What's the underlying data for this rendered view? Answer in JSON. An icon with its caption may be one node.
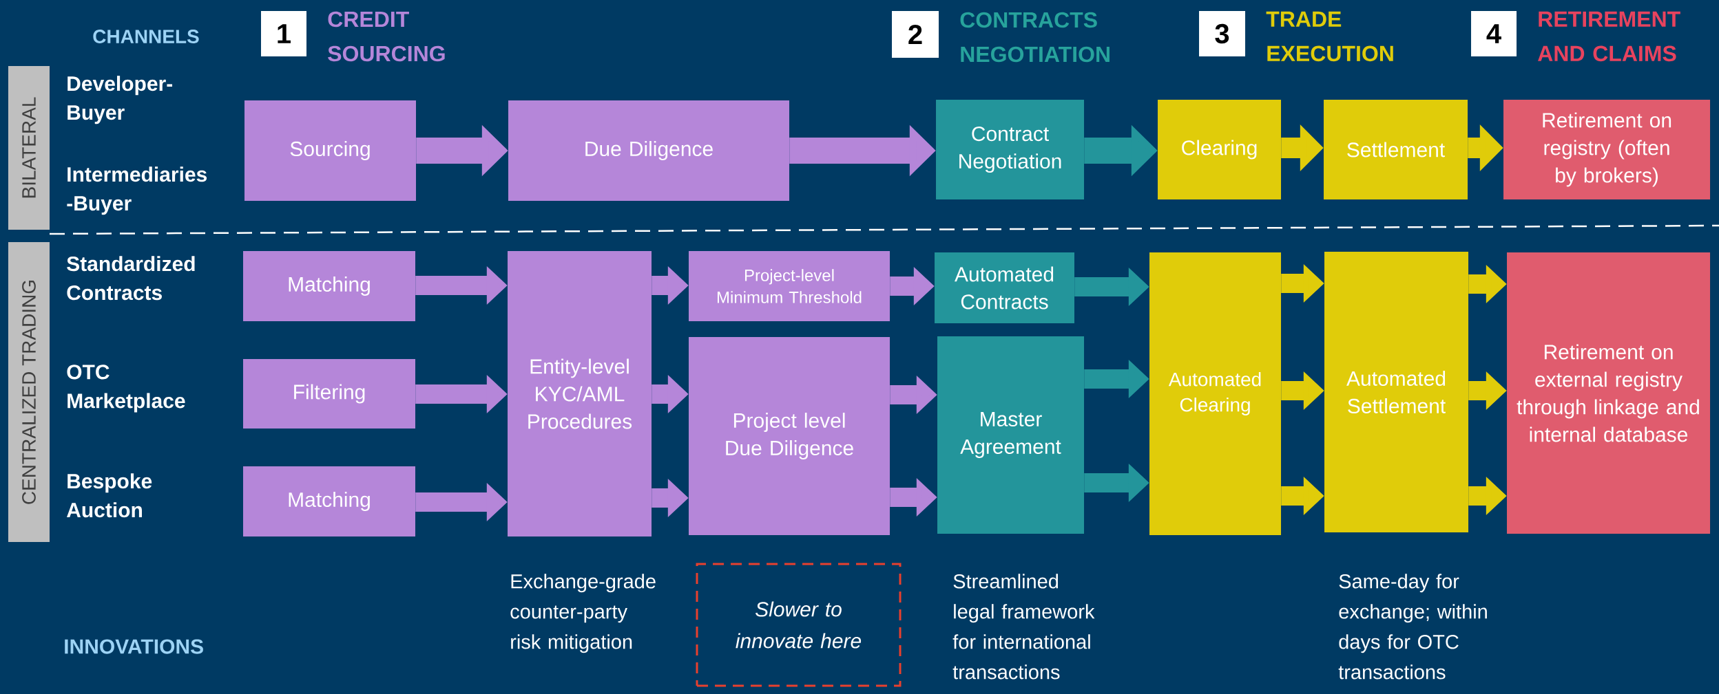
{
  "diagram": {
    "nodes": [
      {
        "text": [
          "BILATERAL"
        ]
      },
      {
        "text": [
          "CENTRALIZED TRADING"
        ]
      },
      {
        "text": [
          "1"
        ],
        "beside": [
          "CREDIT SOURCING"
        ]
      },
      {
        "text": [
          "2"
        ],
        "beside": [
          "CONTRACTS NEGOTIATION"
        ]
      },
      {
        "text": [
          "3"
        ],
        "beside": [
          "TRADE EXECUTION"
        ]
      },
      {
        "text": [
          "4"
        ],
        "beside": [
          "RETIREMENT AND CLAIMS"
        ]
      },
      {
        "text": [
          "Sourcing"
        ]
      },
      {
        "text": [
          "Due Diligence"
        ]
      },
      {
        "text": [
          "Contract Negotiation"
        ]
      },
      {
        "text": [
          "Clearing"
        ]
      },
      {
        "text": [
          "Settlement"
        ]
      },
      {
        "text": [
          "Retirement on registry (often by brokers)"
        ]
      },
      {
        "text": [
          "Matching"
        ]
      },
      {
        "text": [
          "Filtering"
        ]
      },
      {
        "text": [
          "Matching"
        ]
      },
      {
        "text": [
          "Entity-level KYC/AML Procedures"
        ]
      },
      {
        "text": [
          "Project-level Minimum Threshold"
        ]
      },
      {
        "text": [
          "Project level Due Diligence"
        ]
      },
      {
        "text": [
          "Automated Contracts"
        ]
      },
      {
        "text": [
          "Master Agreement"
        ]
      },
      {
        "text": [
          "Automated Clearing"
        ]
      },
      {
        "text": [
          "Automated Settlement"
        ]
      },
      {
        "text": [
          "Retirement on external registry through linkage and internal database"
        ]
      },
      {
        "text": [
          "Slower to innovate here"
        ]
      }
    ],
    "edges": [
      {
        "from": 6,
        "to": 7,
        "arrow": "to"
      },
      {
        "from": 7,
        "to": 8,
        "arrow": "to"
      },
      {
        "from": 8,
        "to": 9,
        "arrow": "to",
        "color": "#23959b"
      },
      {
        "from": 9,
        "to": 10,
        "arrow": "to",
        "color": "#e0cc0a"
      },
      {
        "from": 10,
        "to": 11,
        "arrow": "to",
        "color": "#e0cc0a"
      },
      {
        "from": 12,
        "to": 15,
        "arrow": "to"
      },
      {
        "from": 13,
        "to": 15,
        "arrow": "to"
      },
      {
        "from": 14,
        "to": 15,
        "arrow": "to"
      },
      {
        "from": 15,
        "to": 16,
        "arrow": "to"
      },
      {
        "from": 15,
        "to": 17,
        "arrow": "to"
      },
      {
        "from": 15,
        "to": 17,
        "arrow": "to"
      },
      {
        "from": 16,
        "to": 18,
        "arrow": "to"
      },
      {
        "from": 17,
        "to": 19,
        "arrow": "to"
      },
      {
        "from": 17,
        "to": 19,
        "arrow": "to"
      },
      {
        "from": 18,
        "to": 20,
        "arrow": "to",
        "color": "#23959b"
      },
      {
        "from": 19,
        "to": 20,
        "arrow": "to",
        "color": "#23959b"
      },
      {
        "from": 19,
        "to": 20,
        "arrow": "to",
        "color": "#23959b"
      },
      {
        "from": 20,
        "to": 21,
        "arrow": "to",
        "color": "#e0cc0a"
      },
      {
        "from": 20,
        "to": 21,
        "arrow": "to",
        "color": "#e0cc0a"
      },
      {
        "from": 20,
        "to": 21,
        "arrow": "to",
        "color": "#e0cc0a"
      },
      {
        "from": 21,
        "to": 22,
        "arrow": "to",
        "color": "#e0cc0a"
      },
      {
        "from": 21,
        "to": 22,
        "arrow": "to",
        "color": "#e0cc0a"
      },
      {
        "from": 21,
        "to": 22,
        "arrow": "to",
        "color": "#e0cc0a"
      }
    ],
    "labels": [
      "CHANNELS",
      "Developer-Buyer",
      "Intermediaries -Buyer",
      "Standardized Contracts",
      "OTC Marketplace",
      "Bespoke Auction",
      "INNOVATIONS",
      "Exchange-grade counter-party risk mitigation",
      "Streamlined legal framework for international transactions",
      "Same-day for exchange; within days for OTC transactions"
    ]
  }
}
